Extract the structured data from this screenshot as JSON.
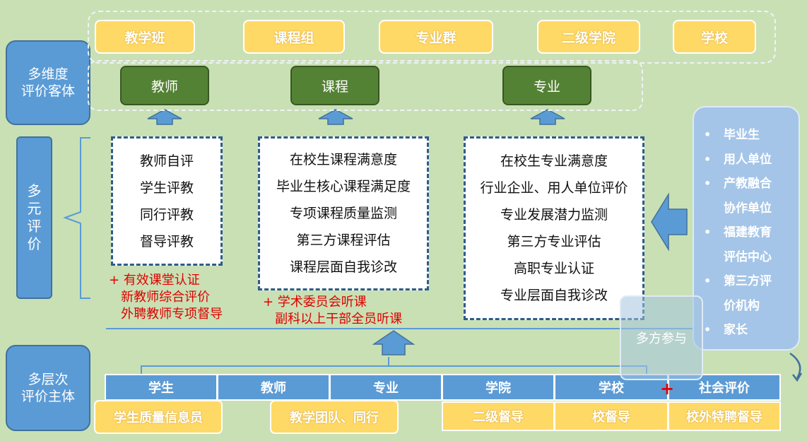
{
  "left_labels": {
    "objects": "多维度\n评价客体",
    "methods": "多\n元\n评\n价",
    "subjects": "多层次\n评价主体"
  },
  "top_units": [
    "教学班",
    "课程组",
    "专业群",
    "二级学院",
    "学校"
  ],
  "objects": [
    "教师",
    "课程",
    "专业"
  ],
  "teacher_panel": [
    "教师自评",
    "学生评教",
    "同行评教",
    "督导评教"
  ],
  "course_panel": [
    "在校生课程满意度",
    "毕业生核心课程满足度",
    "专项课程质量监测",
    "第三方课程评估",
    "课程层面自我诊改"
  ],
  "major_panel": [
    "在校生专业满意度",
    "行业企业、用人单位评价",
    "专业发展潜力监测",
    "第三方专业评估",
    "高职专业认证",
    "专业层面自我诊改"
  ],
  "teacher_extra": "+ 有效课堂认证\n   新教师综合评价\n   外聘教师专项督导",
  "course_extra": "+ 学术委员会听课\n   副科以上干部全员听课",
  "external": [
    "毕业生",
    "用人单位",
    "产教融合",
    "协作单位",
    "福建教育",
    "评估中心",
    "第三方评",
    "价机构",
    "家长"
  ],
  "multi_party": "多方参与",
  "subjects": [
    "学生",
    "教师",
    "专业",
    "学院",
    "学校",
    "社会评价"
  ],
  "supervisors": [
    "学生质量信息员",
    "教学团队、同行",
    "二级督导",
    "校督导",
    "校外特聘督导"
  ],
  "plus_sign": "+",
  "colors": {
    "blue": "#5b9bd5",
    "green": "#548235",
    "yellow": "#ffd966",
    "red": "#e00000",
    "background": "#c9e0b4"
  }
}
